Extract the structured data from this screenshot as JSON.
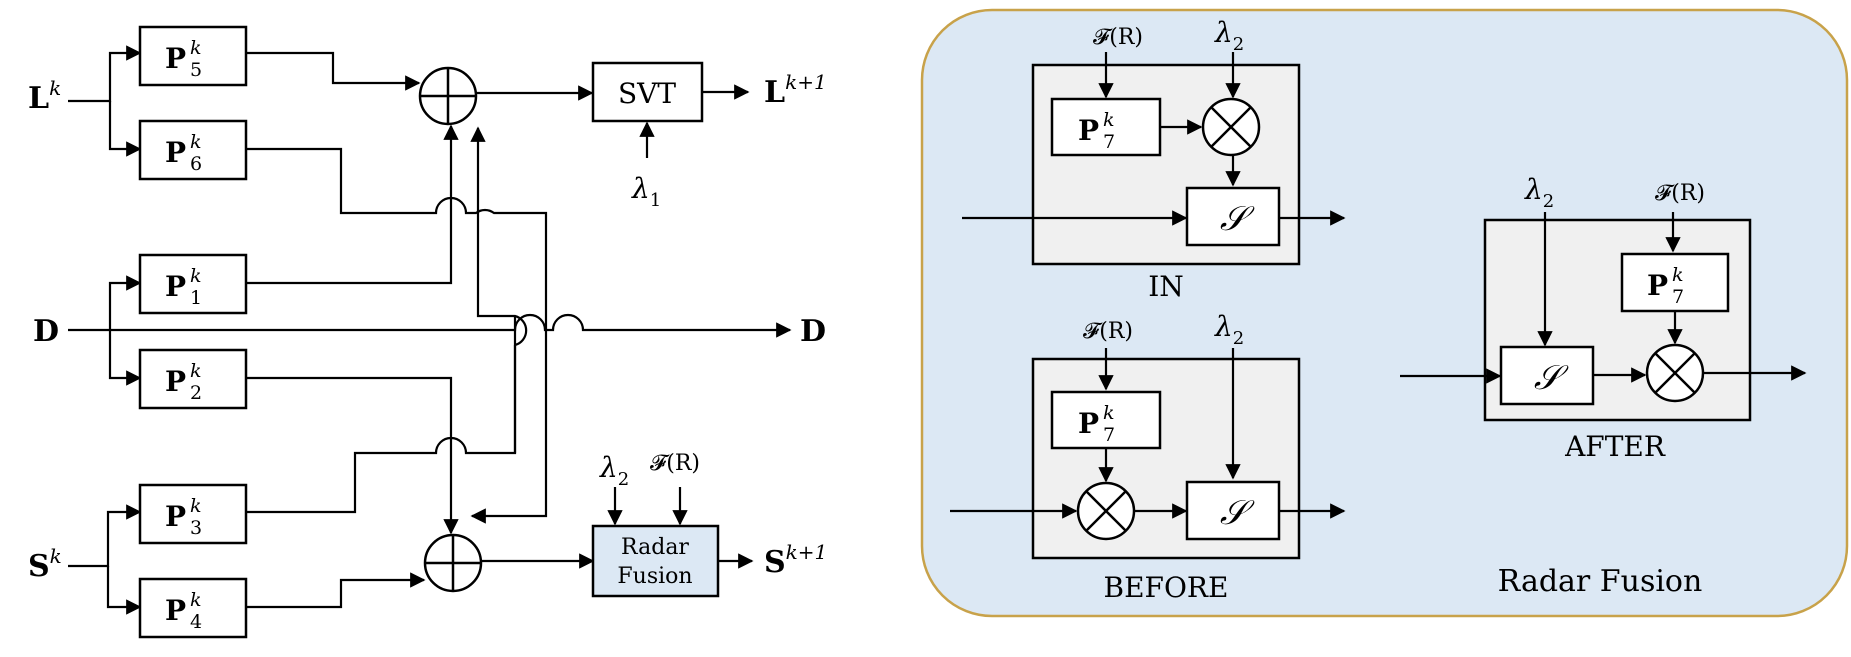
{
  "left_diagram": {
    "inputs": {
      "L": {
        "base": "L",
        "sup": "k"
      },
      "D": {
        "base": "D"
      },
      "S": {
        "base": "S",
        "sup": "k"
      }
    },
    "outputs": {
      "L": {
        "base": "L",
        "sup": "k+1"
      },
      "D": {
        "base": "D"
      },
      "S": {
        "base": "S",
        "sup": "k+1"
      }
    },
    "blocks": {
      "p5": {
        "base": "P",
        "sup": "k",
        "sub": "5"
      },
      "p6": {
        "base": "P",
        "sup": "k",
        "sub": "6"
      },
      "p1": {
        "base": "P",
        "sup": "k",
        "sub": "1"
      },
      "p2": {
        "base": "P",
        "sup": "k",
        "sub": "2"
      },
      "p3": {
        "base": "P",
        "sup": "k",
        "sub": "3"
      },
      "p4": {
        "base": "P",
        "sup": "k",
        "sub": "4"
      },
      "svt": "SVT",
      "radar_line1": "Radar",
      "radar_line2": "Fusion"
    },
    "lambda1": {
      "base": "λ",
      "sub": "1"
    },
    "lambda2": {
      "base": "λ",
      "sub": "2"
    },
    "fr": "𝓕(R)"
  },
  "right_panel": {
    "title": "Radar Fusion",
    "in_label": "IN",
    "before_label": "BEFORE",
    "after_label": "AFTER",
    "p7": {
      "base": "P",
      "sup": "k",
      "sub": "7"
    },
    "s_symbol": "𝒮",
    "lambda2": {
      "base": "λ",
      "sub": "2"
    },
    "fr": "𝓕(R)",
    "panel_fill": "#dce8f4",
    "panel_border": "#c8a24a",
    "radar_box_fill": "#dce8f4"
  }
}
